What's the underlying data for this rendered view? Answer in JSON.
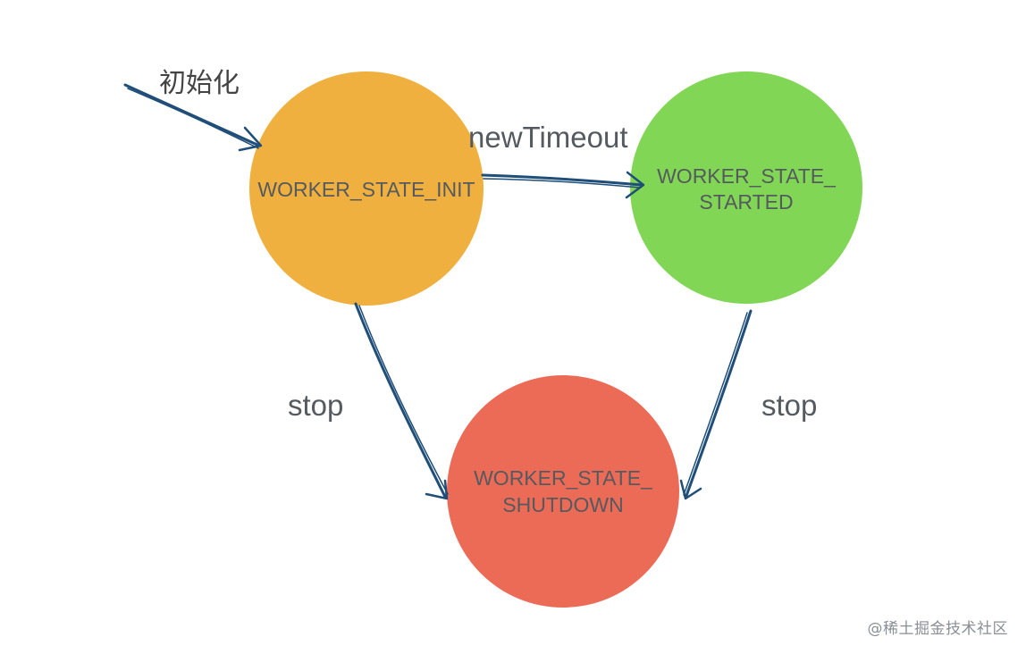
{
  "diagram": {
    "start_label": "初始化",
    "states": {
      "init": {
        "label_lines": [
          "WORKER_STATE_INIT"
        ],
        "color": "#f0b03f"
      },
      "started": {
        "label_lines": [
          "WORKER_STATE_",
          "STARTED"
        ],
        "color": "#82d655"
      },
      "shutdown": {
        "label_lines": [
          "WORKER_STATE_",
          "SHUTDOWN"
        ],
        "color": "#ec6b56"
      }
    },
    "transitions": {
      "init_to_started": "newTimeout",
      "init_to_shutdown": "stop",
      "started_to_shutdown": "stop"
    },
    "arrow_color": "#1f4e79",
    "watermark": "@稀土掘金技术社区"
  }
}
